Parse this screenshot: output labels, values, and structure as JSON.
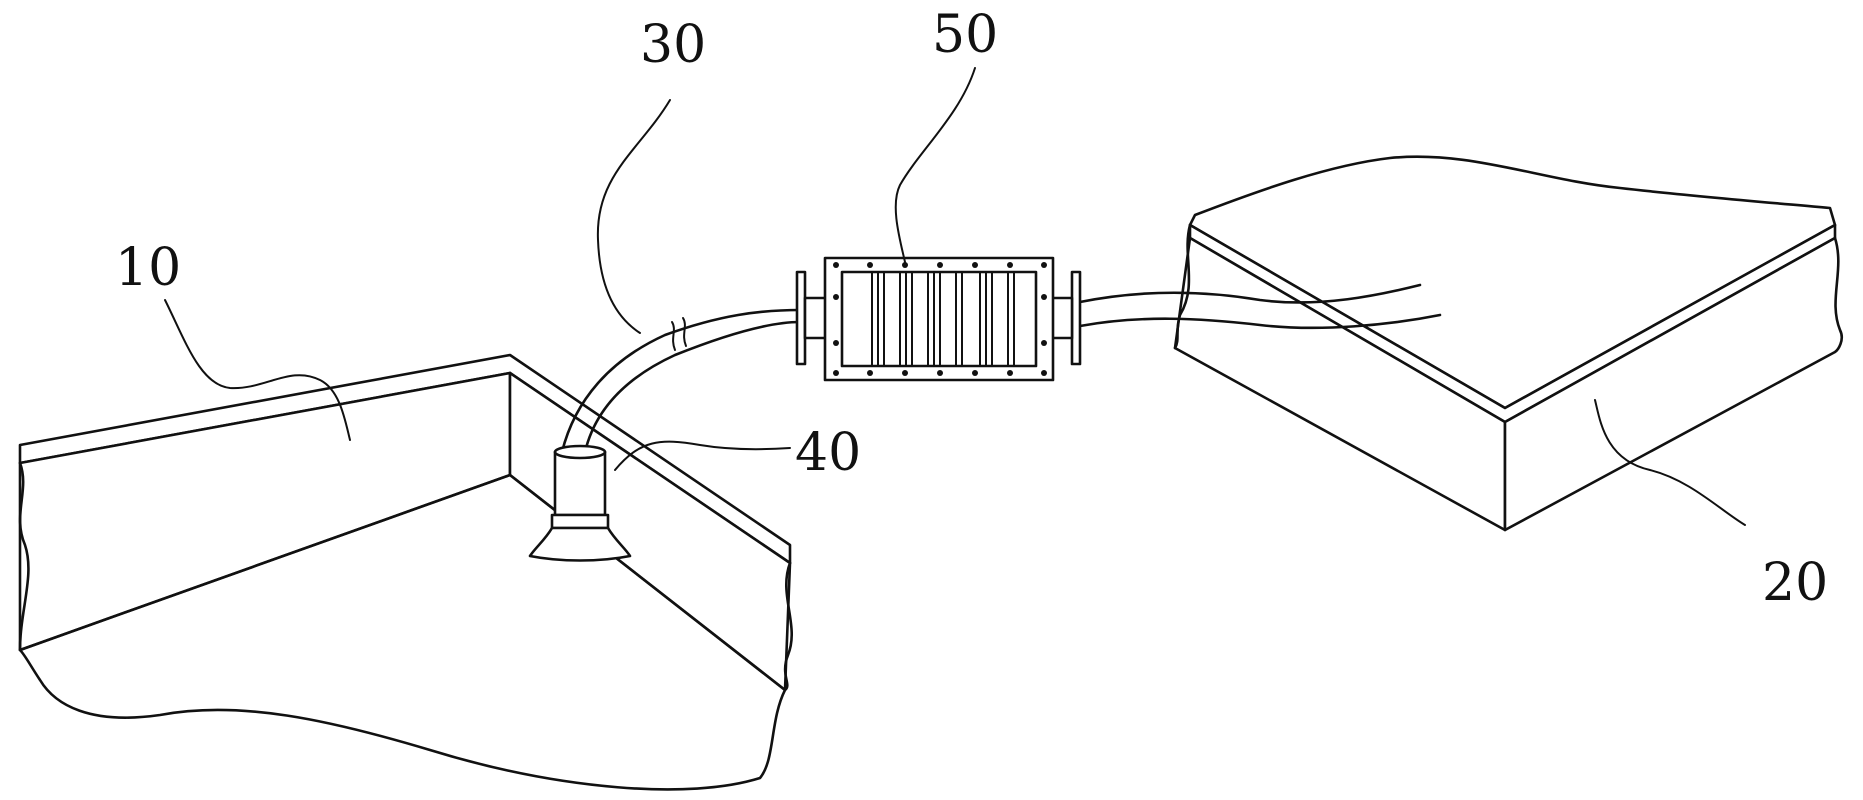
{
  "labels": {
    "sea_reservoir": "10",
    "treatment_tank": "20",
    "pipe": "30",
    "suction_head": "40",
    "filter_unit": "50"
  },
  "colors": {
    "line": "#111111",
    "background": "#ffffff",
    "stipple": "#555555"
  }
}
